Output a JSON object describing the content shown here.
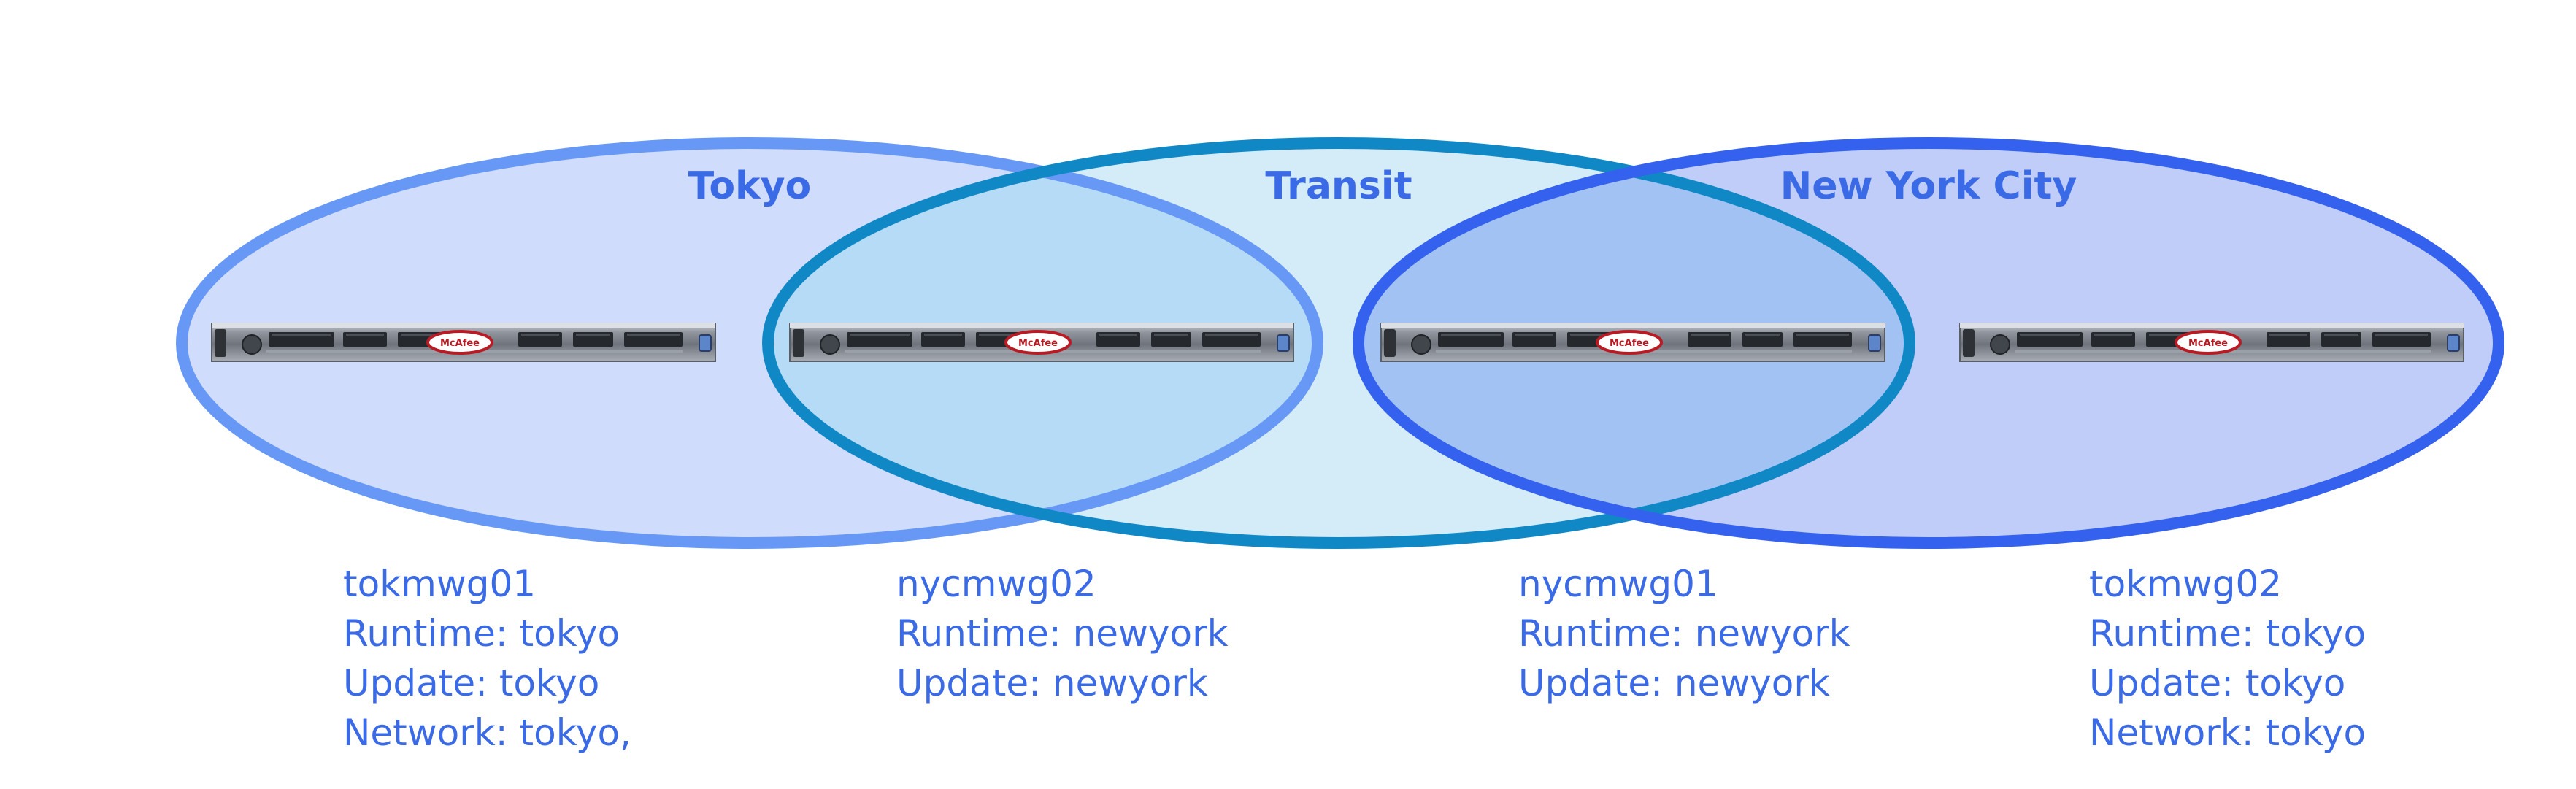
{
  "zones": {
    "tokyo": {
      "title": "Tokyo"
    },
    "transit": {
      "title": "Transit"
    },
    "nyc": {
      "title": "New York City"
    }
  },
  "servers": [
    {
      "hostname": "tokmwg01",
      "lines": [
        "Runtime: tokyo",
        "Update: tokyo",
        "Network: tokyo,"
      ]
    },
    {
      "hostname": "nycmwg02",
      "lines": [
        "Runtime: newyork",
        "Update: newyork"
      ]
    },
    {
      "hostname": "nycmwg01",
      "lines": [
        "Runtime: newyork",
        "Update: newyork"
      ]
    },
    {
      "hostname": "tokmwg02",
      "lines": [
        "Runtime: tokyo",
        "Update: tokyo",
        "Network: tokyo"
      ]
    }
  ],
  "appliance_badge": "McAfee",
  "colors": {
    "tokyo_fill": "#cfdcfb",
    "tokyo_stroke": "#6898f5",
    "transit_fill": "#d3ecf8",
    "transit_stroke": "#1188c6",
    "nyc_fill": "#bfcdf8",
    "nyc_stroke": "#3461ee",
    "text": "#3a6ae6"
  },
  "icons": {
    "server": "rack-server-icon"
  }
}
